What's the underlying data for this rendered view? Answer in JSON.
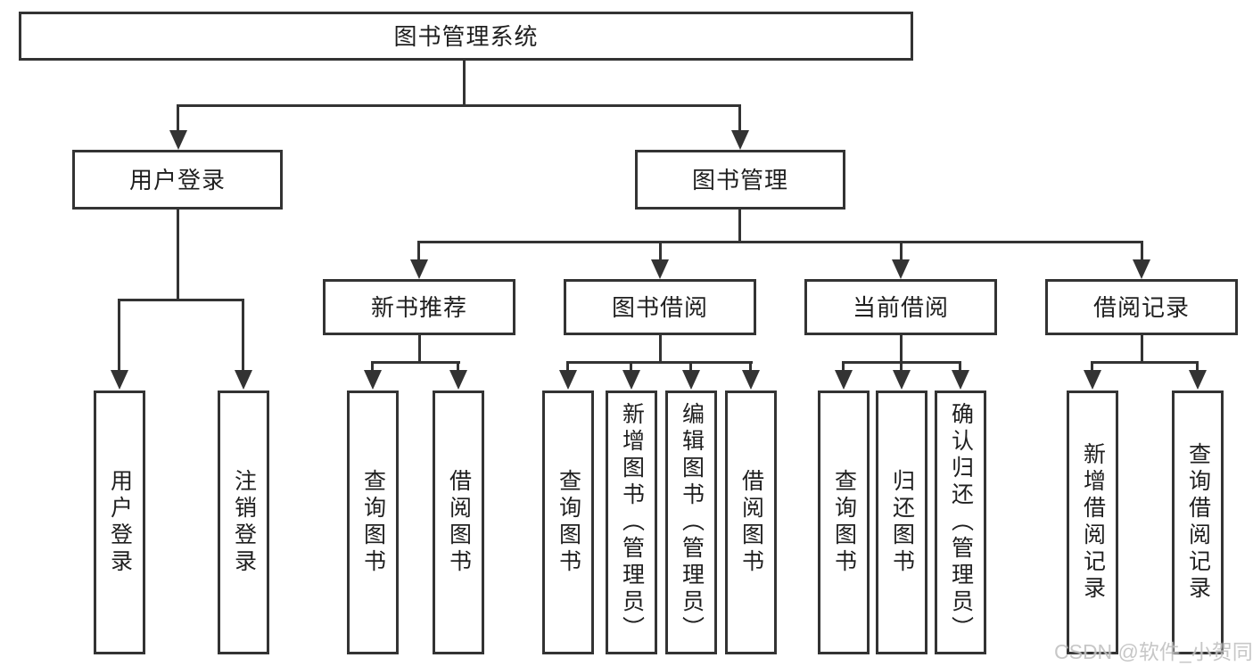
{
  "tree": {
    "label": "图书管理系统",
    "children": [
      {
        "label": "用户登录",
        "children": [
          {
            "label": "用户登录"
          },
          {
            "label": "注销登录"
          }
        ]
      },
      {
        "label": "图书管理",
        "children": [
          {
            "label": "新书推荐",
            "children": [
              {
                "label": "查询图书"
              },
              {
                "label": "借阅图书"
              }
            ]
          },
          {
            "label": "图书借阅",
            "children": [
              {
                "label": "查询图书"
              },
              {
                "label": "新增图书（管理员）"
              },
              {
                "label": "编辑图书（管理员）"
              },
              {
                "label": "借阅图书"
              }
            ]
          },
          {
            "label": "当前借阅",
            "children": [
              {
                "label": "查询图书"
              },
              {
                "label": "归还图书"
              },
              {
                "label": "确认归还（管理员）"
              }
            ]
          },
          {
            "label": "借阅记录",
            "children": [
              {
                "label": "新增借阅记录"
              },
              {
                "label": "查询借阅记录"
              }
            ]
          }
        ]
      }
    ]
  },
  "watermark": "CSDN @软件_小贺同学",
  "colors": {
    "line": "#333333",
    "text": "#1f1f1f",
    "watermark": "#c2c2c2",
    "background": "#ffffff"
  }
}
